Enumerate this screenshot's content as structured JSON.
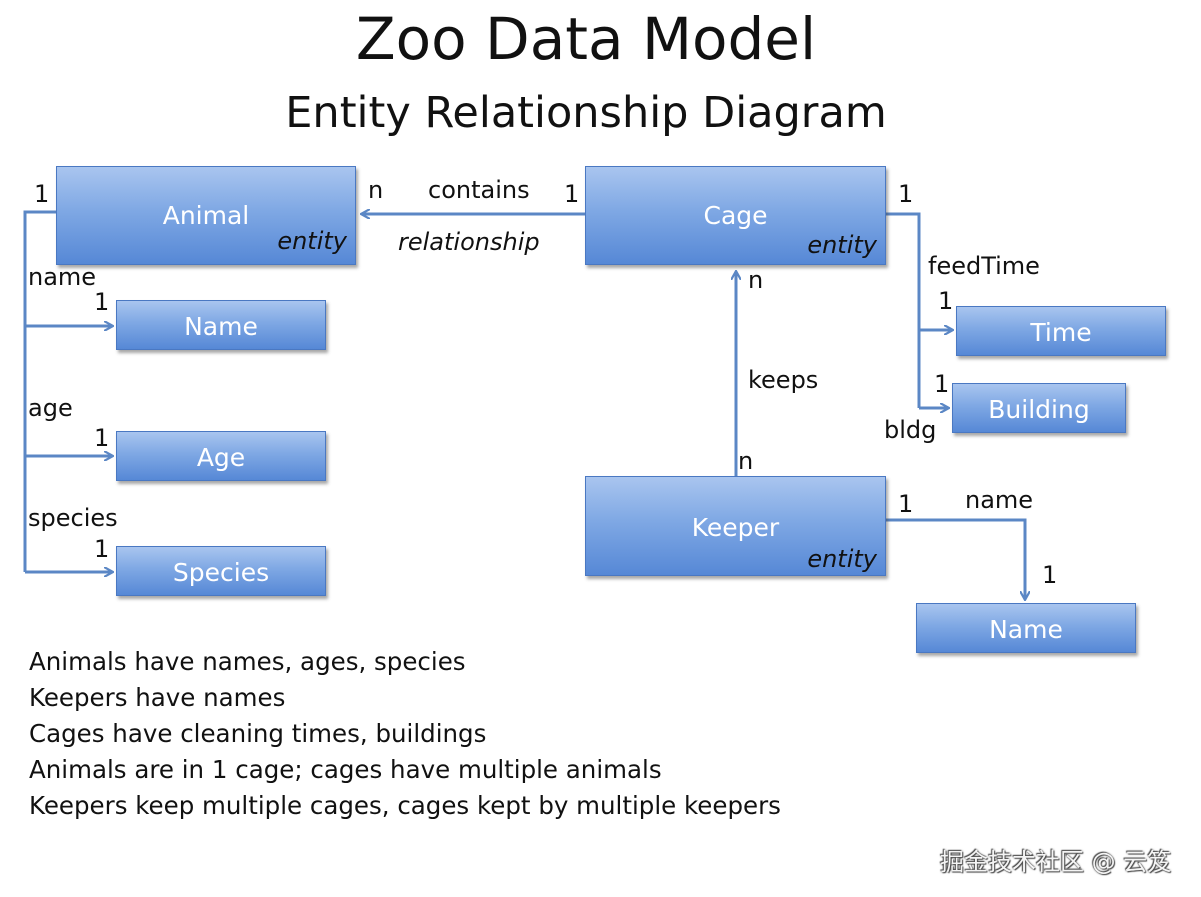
{
  "title": "Zoo Data Model",
  "subtitle": "Entity Relationship Diagram",
  "entities": {
    "animal": {
      "name": "Animal",
      "tag": "entity"
    },
    "cage": {
      "name": "Cage",
      "tag": "entity"
    },
    "keeper": {
      "name": "Keeper",
      "tag": "entity"
    }
  },
  "attributes": {
    "animal_name": "Name",
    "age": "Age",
    "species": "Species",
    "time": "Time",
    "building": "Building",
    "keeper_name": "Name"
  },
  "relations": {
    "contains": "contains",
    "relationship_tag": "relationship",
    "keeps": "keeps",
    "feedTime": "feedTime",
    "bldg": "bldg",
    "name": "name",
    "age": "age",
    "species": "species",
    "keeper_name": "name"
  },
  "cardinalities": {
    "one": "1",
    "many": "n"
  },
  "notes": [
    "Animals have names, ages, species",
    "Keepers have names",
    "Cages have cleaning times, buildings",
    "Animals are in 1 cage;  cages have multiple animals",
    "Keepers keep multiple cages, cages kept by multiple keepers"
  ],
  "watermark": "掘金技术社区 @ 云笈",
  "colors": {
    "box_top": "#a9c5ef",
    "box_bottom": "#5688d6",
    "line": "#5b87c5"
  }
}
